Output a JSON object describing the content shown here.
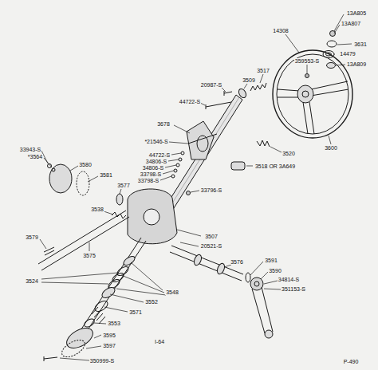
{
  "diagram": {
    "labels": [
      "13A805",
      "13A807",
      "14308",
      "3631",
      "14479",
      "359553-S",
      "13A809",
      "3517",
      "3509",
      "20987-S",
      "44722-S",
      "3678",
      "*21546-S",
      "44722-S",
      "34806-S",
      "34806-S",
      "33798-S",
      "33798-S",
      "3600",
      "3520",
      "3518 OR 3A649",
      "33796-S",
      "33943-S",
      "*3564",
      "3580",
      "3581",
      "3577",
      "3538",
      "3579",
      "3575",
      "3507",
      "20521-S",
      "3576",
      "3591",
      "3590",
      "34814-S",
      "351153-S",
      "3524",
      "3548",
      "3552",
      "3571",
      "3553",
      "3595",
      "3597",
      "350999-S",
      "I-64",
      "P-490"
    ]
  }
}
